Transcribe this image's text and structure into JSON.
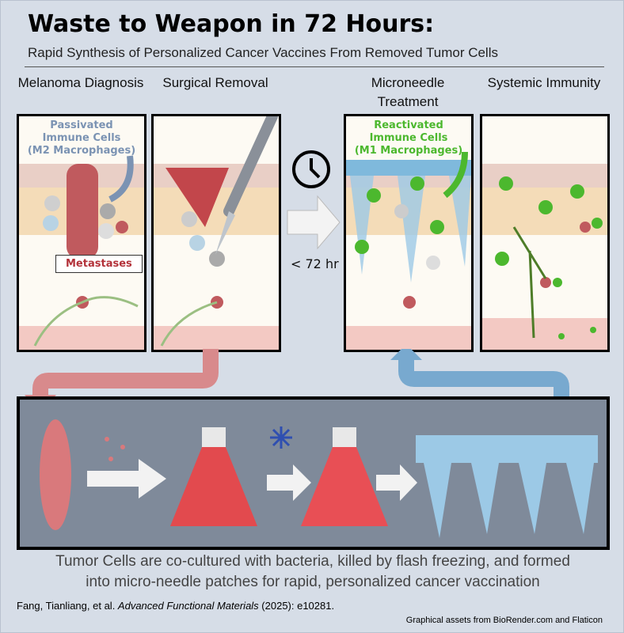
{
  "title": "Waste to Weapon in 72 Hours:",
  "subtitle": "Rapid Synthesis of Personalized Cancer Vaccines From Removed Tumor Cells",
  "steps": [
    {
      "label": "Melanoma Diagnosis"
    },
    {
      "label": "Surgical Removal"
    },
    {
      "label": "Microneedle Treatment"
    },
    {
      "label": "Systemic Immunity"
    }
  ],
  "panel1": {
    "annotation_line1": "Passivated",
    "annotation_line2": "Immune Cells",
    "annotation_line3": "(M2 Macrophages)",
    "metastases": "Metastases"
  },
  "panel3": {
    "annotation_line1": "Reactivated",
    "annotation_line2": "Immune Cells",
    "annotation_line3": "(M1 Macrophages)"
  },
  "timer": {
    "icon": "clock-icon",
    "label": "< 72 hr"
  },
  "caption": {
    "line1": "Tumor Cells are co-cultured with bacteria, killed by flash freezing, and formed",
    "line2": "into micro-needle patches for rapid, personalized cancer vaccination"
  },
  "citation": {
    "authors": "Fang, Tianliang, et al. ",
    "journal": "Advanced Functional Materials",
    "rest": " (2025): e10281."
  },
  "credits": "Graphical assets from BioRender.com and Flaticon",
  "colors": {
    "passive": "#7b93b3",
    "active": "#4cb82e",
    "tumor": "#c05a5e",
    "bg": "#d6dde7",
    "box": "#7f8a9a"
  }
}
